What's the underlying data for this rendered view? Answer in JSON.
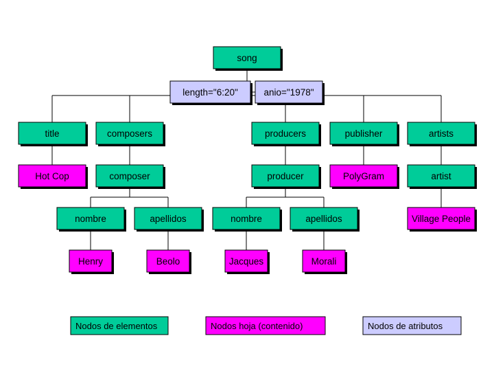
{
  "colors": {
    "element": "#00cc99",
    "leaf": "#ff00ff",
    "attribute": "#ccccff",
    "line": "#000000"
  },
  "nodes": {
    "song": {
      "label": "song",
      "kind": "element"
    },
    "attr_length": {
      "label": "length=\"6:20\"",
      "kind": "attribute"
    },
    "attr_anio": {
      "label": "anio=\"1978\"",
      "kind": "attribute"
    },
    "title": {
      "label": "title",
      "kind": "element"
    },
    "composers": {
      "label": "composers",
      "kind": "element"
    },
    "producers": {
      "label": "producers",
      "kind": "element"
    },
    "publisher": {
      "label": "publisher",
      "kind": "element"
    },
    "artists": {
      "label": "artists",
      "kind": "element"
    },
    "hot_cop": {
      "label": "Hot Cop",
      "kind": "leaf"
    },
    "composer": {
      "label": "composer",
      "kind": "element"
    },
    "producer": {
      "label": "producer",
      "kind": "element"
    },
    "polygram": {
      "label": "PolyGram",
      "kind": "leaf"
    },
    "artist": {
      "label": "artist",
      "kind": "element"
    },
    "composer_nombre": {
      "label": "nombre",
      "kind": "element"
    },
    "composer_apellidos": {
      "label": "apellidos",
      "kind": "element"
    },
    "producer_nombre": {
      "label": "nombre",
      "kind": "element"
    },
    "producer_apellidos": {
      "label": "apellidos",
      "kind": "element"
    },
    "village_people": {
      "label": "Village People",
      "kind": "leaf"
    },
    "henry": {
      "label": "Henry",
      "kind": "leaf"
    },
    "beolo": {
      "label": "Beolo",
      "kind": "leaf"
    },
    "jacques": {
      "label": "Jacques",
      "kind": "leaf"
    },
    "morali": {
      "label": "Morali",
      "kind": "leaf"
    }
  },
  "edges": [
    [
      "song",
      "title"
    ],
    [
      "song",
      "composers"
    ],
    [
      "song",
      "producers"
    ],
    [
      "song",
      "publisher"
    ],
    [
      "song",
      "artists"
    ],
    [
      "song",
      "attr_length"
    ],
    [
      "song",
      "attr_anio"
    ],
    [
      "title",
      "hot_cop"
    ],
    [
      "composers",
      "composer"
    ],
    [
      "producers",
      "producer"
    ],
    [
      "publisher",
      "polygram"
    ],
    [
      "artists",
      "artist"
    ],
    [
      "composer",
      "composer_nombre"
    ],
    [
      "composer",
      "composer_apellidos"
    ],
    [
      "producer",
      "producer_nombre"
    ],
    [
      "producer",
      "producer_apellidos"
    ],
    [
      "artist",
      "village_people"
    ],
    [
      "composer_nombre",
      "henry"
    ],
    [
      "composer_apellidos",
      "beolo"
    ],
    [
      "producer_nombre",
      "jacques"
    ],
    [
      "producer_apellidos",
      "morali"
    ]
  ],
  "legend": {
    "element": "Nodos de elementos",
    "leaf": "Nodos hoja (contenido)",
    "attribute": "Nodos de atributos"
  }
}
